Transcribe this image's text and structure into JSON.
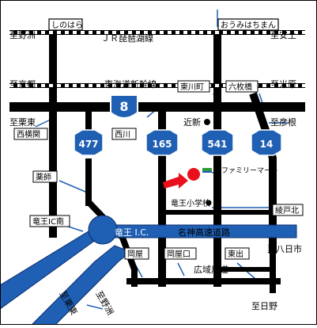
{
  "railway_labels": {
    "jr_biwako": "ＪＲ琵琶湖線",
    "tokaido_shinkansen": "東海道新幹線"
  },
  "stations": {
    "shinohara": "しのはら",
    "omihachiman": "おうみはちまん"
  },
  "direction_labels": {
    "yasu_top_left": "至野洲",
    "azuchi_top_right": "至安土",
    "kyoto": "至京都",
    "maibara": "至米原",
    "kurita_east": "至栗東",
    "hikone": "至彦根",
    "yokaichi": "至八日市",
    "yasu_bottom": "至野洲",
    "ritto_bottom": "至栗東",
    "hino": "至日野"
  },
  "intersections": {
    "nishiyokozeki": "西横関",
    "nishikawa": "西川",
    "higashikawacho": "東川町",
    "rokumaibashi": "六枚橋",
    "yakushi": "薬師",
    "ryuo_ic_minami": "竜王IC南",
    "ayatokita": "綾戸北",
    "okaya": "岡屋",
    "okaya_guchi": "岡屋口",
    "higashide": "東出"
  },
  "road_numbers": {
    "route8": "8",
    "route477": "477",
    "route165": "165",
    "route541": "541",
    "route14": "14"
  },
  "landmarks": {
    "kinshin": "近新",
    "family_mart": "ファミリーマート",
    "ryuo_elementary": "竜王小学校",
    "ryuo_ic": "竜王 I.C.",
    "meishin": "名神高速道路",
    "kouiki_nodo": "広域農道"
  },
  "colors": {
    "road": "#000000",
    "expressway": "#1f5fb4",
    "route_badge": "#1f5fb4",
    "thin_road": "#1f5fb4",
    "destination": "#e8101a",
    "arrow": "#e8101a"
  },
  "icons": {
    "destination_marker": "red-dot",
    "arrow": "red-arrow",
    "store": "convenience-store-icon"
  }
}
